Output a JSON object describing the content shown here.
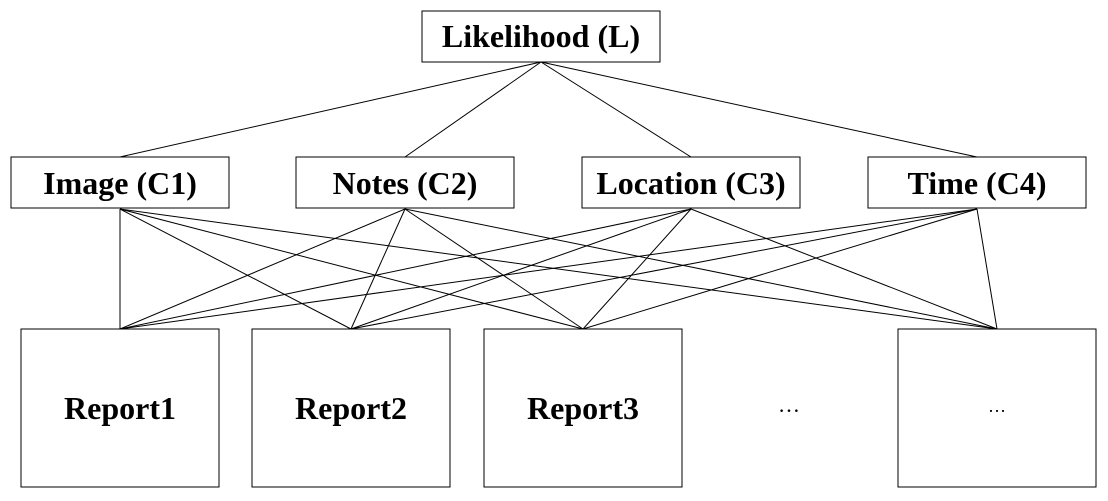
{
  "root": {
    "label": "Likelihood (L)"
  },
  "criteria": [
    {
      "label": "Image (C1)"
    },
    {
      "label": "Notes (C2)"
    },
    {
      "label": "Location (C3)"
    },
    {
      "label": "Time (C4)"
    }
  ],
  "reports": [
    {
      "label": "Report1"
    },
    {
      "label": "Report2"
    },
    {
      "label": "Report3"
    },
    {
      "label": "…"
    }
  ],
  "gap_ellipsis": "…"
}
